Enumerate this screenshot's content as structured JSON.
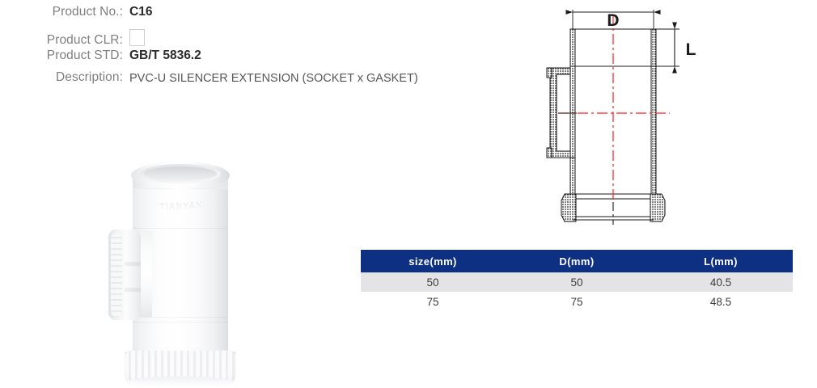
{
  "spec": {
    "rows": [
      {
        "label": "Product No.:",
        "value": "C16",
        "type": "text"
      },
      {
        "label": "Product CLR:",
        "value": "",
        "type": "swatch"
      },
      {
        "label": "Product STD:",
        "value": "GB/T 5836.2",
        "type": "text"
      },
      {
        "label": "Description:",
        "value": "PVC-U SILENCER EXTENSION (SOCKET x GASKET)",
        "type": "desc"
      }
    ]
  },
  "product_photo": {
    "alt": "white pvc-u silencer extension fitting",
    "brand_emboss": "TIANYAN"
  },
  "drawing": {
    "dimension_d_label": "D",
    "dimension_l_label": "L",
    "centerline_color": "#ff1f1f",
    "line_color": "#1a1a1a"
  },
  "table": {
    "headers": [
      "size(mm)",
      "D(mm)",
      "L(mm)"
    ],
    "rows": [
      [
        "50",
        "50",
        "40.5"
      ],
      [
        "75",
        "75",
        "48.5"
      ]
    ],
    "header_bg": "#0e3082",
    "row_alt_bg": "#e4e4e6"
  }
}
